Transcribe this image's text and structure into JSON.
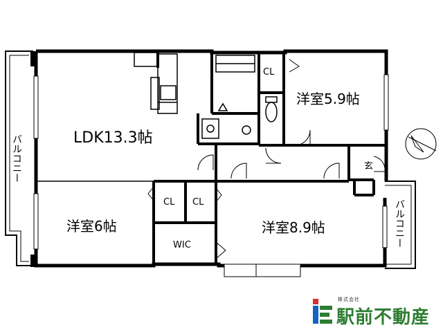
{
  "rooms": {
    "ldk": "LDK13.3帖",
    "western_1": "洋室5.9帖",
    "western_2": "洋室6帖",
    "western_3": "洋室8.9帖",
    "entrance": "玄",
    "closet_1": "CL",
    "closet_2": "CL",
    "closet_3": "CL",
    "wic": "WIC"
  },
  "balconies": {
    "left": "バルコニー",
    "right": "バルコニー"
  },
  "logo": {
    "company_type": "株式会社",
    "name": "駅前不動産"
  },
  "colors": {
    "wall": "#000000",
    "brand_green": "#2e7d32",
    "brand_red": "#d32f2f",
    "brand_blue": "#1565c0"
  },
  "icons": [
    "compass-icon",
    "company-logo-icon"
  ]
}
